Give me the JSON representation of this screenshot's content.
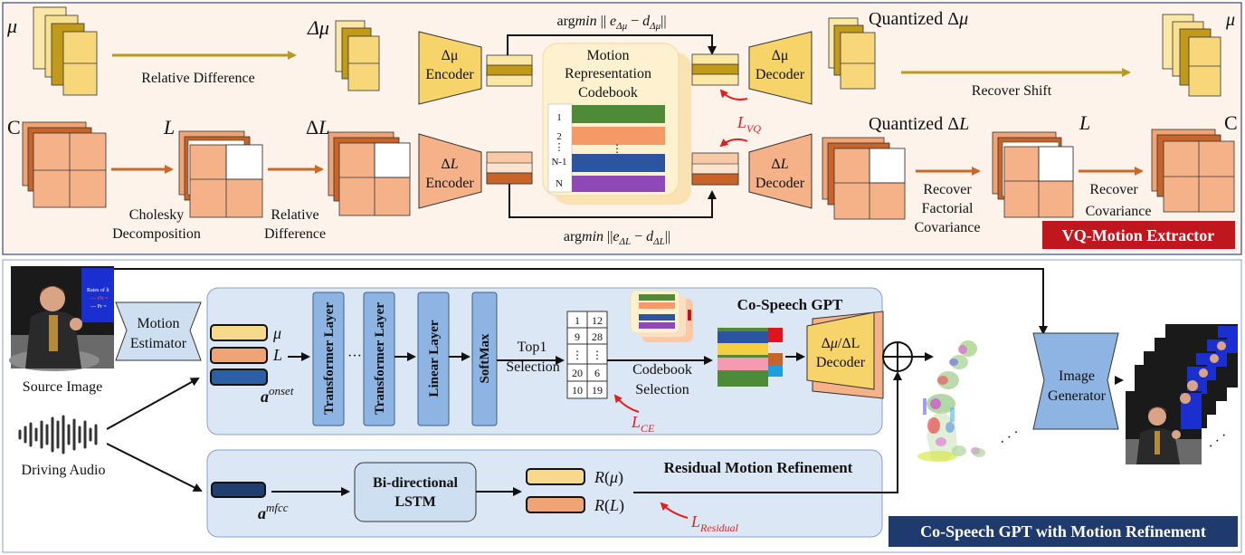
{
  "top_panel": {
    "row_mu": {
      "mu": "μ",
      "delta_mu": "Δμ",
      "relative_difference": "Relative Difference",
      "encoder": [
        "Δμ",
        "Encoder"
      ],
      "decoder": [
        "Δμ",
        "Decoder"
      ],
      "quantized": "Quantized Δμ",
      "recover_shift": "Recover Shift",
      "mu_out": "μ",
      "argmin_eq": "argmin || e_Δμ − d_Δμ||"
    },
    "row_L": {
      "C": "C",
      "L": "L",
      "delta_L": "ΔL",
      "cholesky": [
        "Cholesky",
        "Decomposition"
      ],
      "relative_difference": [
        "Relative",
        "Difference"
      ],
      "encoder": [
        "ΔL",
        "Encoder"
      ],
      "decoder": [
        "ΔL",
        "Decoder"
      ],
      "quantized": "Quantized ΔL",
      "L_out": "L",
      "C_out": "C",
      "recover_factorial": [
        "Recover",
        "Factorial",
        "Covariance"
      ],
      "recover_covariance": [
        "Recover",
        "Covariance"
      ],
      "argmin_eq": "argmin ||e_ΔL − d_ΔL||"
    },
    "codebook": {
      "title": [
        "Motion",
        "Representation",
        "Codebook"
      ],
      "indices": [
        "1",
        "2",
        "⋮",
        "N-1",
        "N"
      ],
      "dots": "⋮",
      "bar_colors": [
        "#4e8a37",
        "#f59a66",
        "#2b55a0",
        "#8e48b8"
      ]
    },
    "loss_vq": "L_VQ",
    "badge": "VQ-Motion Extractor"
  },
  "bottom_panel": {
    "source_image": "Source Image",
    "driving_audio": "Driving Audio",
    "motion_estimator": [
      "Motion",
      "Estimator"
    ],
    "token_labels": [
      "μ",
      "L",
      "a^onset"
    ],
    "token_colors": [
      "#f7d98a",
      "#f0a475",
      "#2b60a6"
    ],
    "layers": [
      "Transformer Layer",
      "Transformer Layer",
      "Linear Layer",
      "SoftMax"
    ],
    "ellipsis": "···",
    "top1_selection": [
      "Top1",
      "Selection"
    ],
    "index_grid": [
      [
        "1",
        "12"
      ],
      [
        "9",
        "28"
      ],
      [
        "⋮",
        "⋮"
      ],
      [
        "20",
        "6"
      ],
      [
        "10",
        "19"
      ]
    ],
    "codebook_selection": [
      "Codebook",
      "Selection"
    ],
    "loss_ce": "L_CE",
    "co_speech_gpt": "Co-Speech GPT",
    "decoder": [
      "Δμ/ΔL",
      "Decoder"
    ],
    "residual_title": "Residual Motion Refinement",
    "mfcc_label": "a^mfcc",
    "lstm": [
      "Bi-directional",
      "LSTM"
    ],
    "residual_outputs": [
      "R(μ)",
      "R(L)"
    ],
    "loss_residual": "L_Residual",
    "image_generator": [
      "Image",
      "Generator"
    ],
    "badge": "Co-Speech GPT with Motion Refinement",
    "screen_text": [
      "Rates of li",
      "— r% = ",
      "— Pr ="
    ],
    "dots": "·  ·  ·"
  }
}
